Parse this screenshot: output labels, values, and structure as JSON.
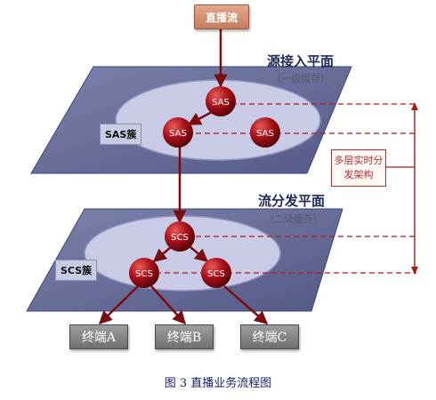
{
  "source": {
    "label": "直播流"
  },
  "upper_plane": {
    "title": "源接入平面",
    "subtitle": "（一级缓存）",
    "cluster_label": "SAS簇",
    "nodes": [
      "SAS",
      "SAS",
      "SAS"
    ]
  },
  "lower_plane": {
    "title": "流分发平面",
    "subtitle": "（二级缓存）",
    "cluster_label": "SCS簇",
    "nodes": [
      "SCS",
      "SCS",
      "SCS"
    ]
  },
  "architecture_label": "多层实时分发架构",
  "terminals": [
    "终端A",
    "终端B",
    "终端C"
  ],
  "caption": "图 3   直播业务流程图",
  "colors": {
    "plane": "#6c72a0",
    "ellipse": "#c9cbe6",
    "node": "#a8101a",
    "arrow": "#7a0d12",
    "dashed": "#b01818"
  }
}
